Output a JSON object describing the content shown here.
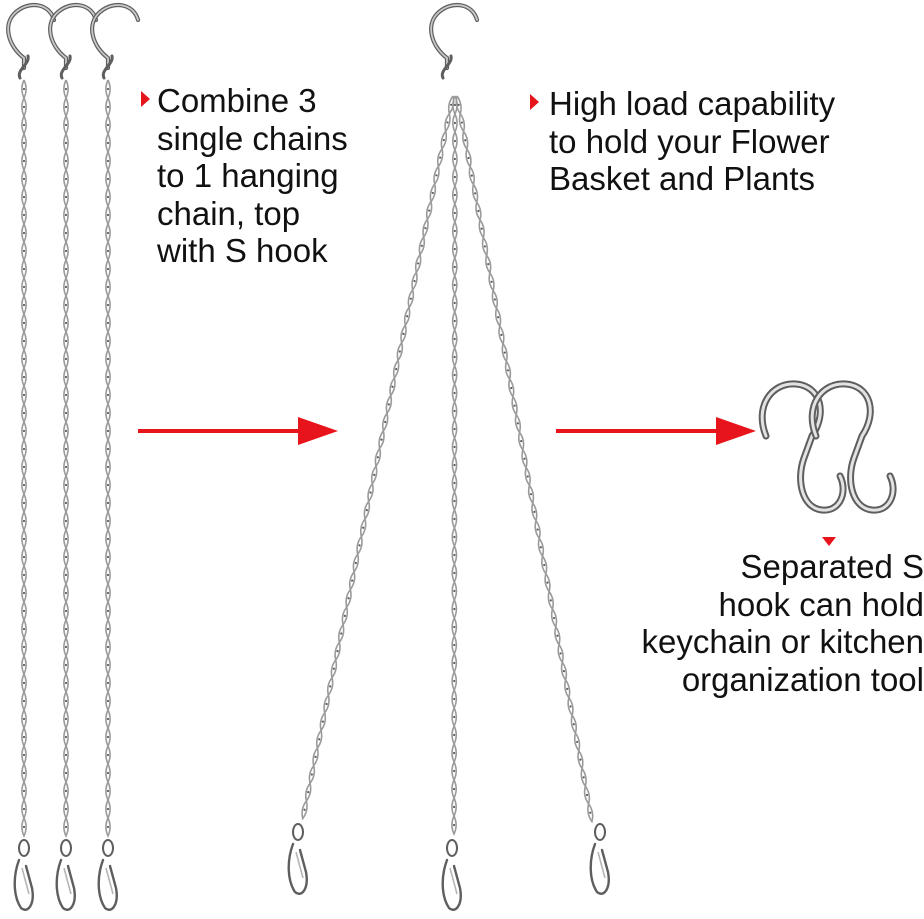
{
  "captions": {
    "combine": [
      "Combine 3",
      "single chains",
      "to 1 hanging",
      "chain, top",
      "with S hook"
    ],
    "load": [
      "High load capability",
      "to hold your Flower",
      "Basket and Plants"
    ],
    "separated": [
      "Separated S",
      "hook can hold",
      "keychain or kitchen",
      "organization tool"
    ]
  },
  "colors": {
    "accent": "#e8141b",
    "metal": "#9a9a9a",
    "metal_dark": "#5e5e5e",
    "text": "#111111",
    "background": "#ffffff"
  },
  "icons": [
    "bullet-triangle-icon",
    "arrow-right-icon",
    "s-hook-icon",
    "chain-icon",
    "snap-hook-icon"
  ]
}
